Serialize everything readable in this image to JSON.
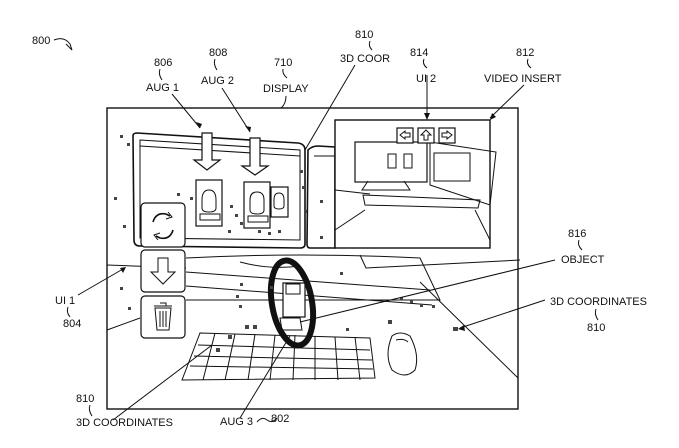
{
  "figure": {
    "ref": "800",
    "labels": {
      "aug1": {
        "num": "806",
        "text": "AUG 1"
      },
      "aug2": {
        "num": "808",
        "text": "AUG 2"
      },
      "display": {
        "num": "710",
        "text": "DISPLAY"
      },
      "coor_top": {
        "num": "810",
        "text": "3D COOR"
      },
      "ui2": {
        "num": "814",
        "text": "UI 2"
      },
      "video_insert": {
        "num": "812",
        "text": "VIDEO INSERT"
      },
      "object": {
        "num": "816",
        "text": "OBJECT"
      },
      "coords_right": {
        "num": "810",
        "text": "3D COORDINATES"
      },
      "ui1": {
        "num": "804",
        "text": "UI 1"
      },
      "coords_bottom": {
        "num": "810",
        "text": "3D COORDINATES"
      },
      "aug3": {
        "num": "802",
        "text": "AUG 3"
      }
    },
    "ui1_icons": [
      "refresh-icon",
      "arrow-down-icon",
      "trash-icon"
    ],
    "ui2_icons": [
      "arrow-left-icon",
      "arrow-up-icon",
      "arrow-right-icon"
    ]
  }
}
